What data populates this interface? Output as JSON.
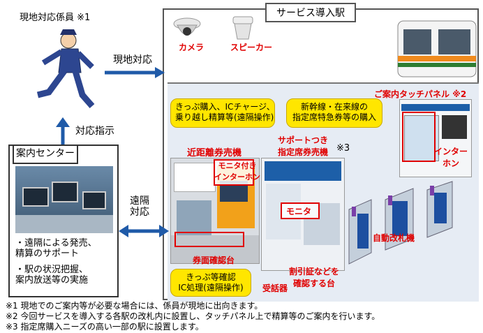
{
  "station": {
    "title": "サービス導入駅"
  },
  "staff": {
    "label": "現地対応係員 ※1"
  },
  "arrows": {
    "on_site": "現地対応",
    "instruct": "対応指示",
    "remote": "遠隔\n対応"
  },
  "camera": {
    "label": "カメラ"
  },
  "speaker": {
    "label": "スピーカー"
  },
  "touch_panel": {
    "label": "ご案内タッチパネル ※2",
    "intercom": "インター\nホン"
  },
  "center": {
    "title": "案内センター",
    "bullets": [
      "・遠隔による発売、\n精算のサポート",
      "・駅の状況把握、\n案内放送等の実施"
    ]
  },
  "callouts": {
    "kippu": "きっぷ購入、ICチャージ、\n乗り越し精算等(遠隔操作)",
    "shinkansen": "新幹線・在来線の\n指定席特急券等の購入",
    "kippu_confirm": "きっぷ等確認\nIC処理(遠隔操作)"
  },
  "machines": {
    "near": "近距離券売機",
    "support": "サポートつき\n指定席券売機",
    "support_note": "※3",
    "monitor_intercom": "モニタ付き\nインターホン",
    "monitor": "モニタ",
    "ticket_stand": "券面確認台",
    "discount_stand": "割引証などを\n確認する台",
    "receiver": "受話器",
    "gate": "自動改札機"
  },
  "footnotes": [
    "※1 現地でのご案内等が必要な場合には、係員が現地に出向きます。",
    "※2 今回サービスを導入する各駅の改札内に設置し、タッチパネル上で精算等のご案内を行います。",
    "※3 指定席購入ニーズの高い一部の駅に設置します。"
  ]
}
